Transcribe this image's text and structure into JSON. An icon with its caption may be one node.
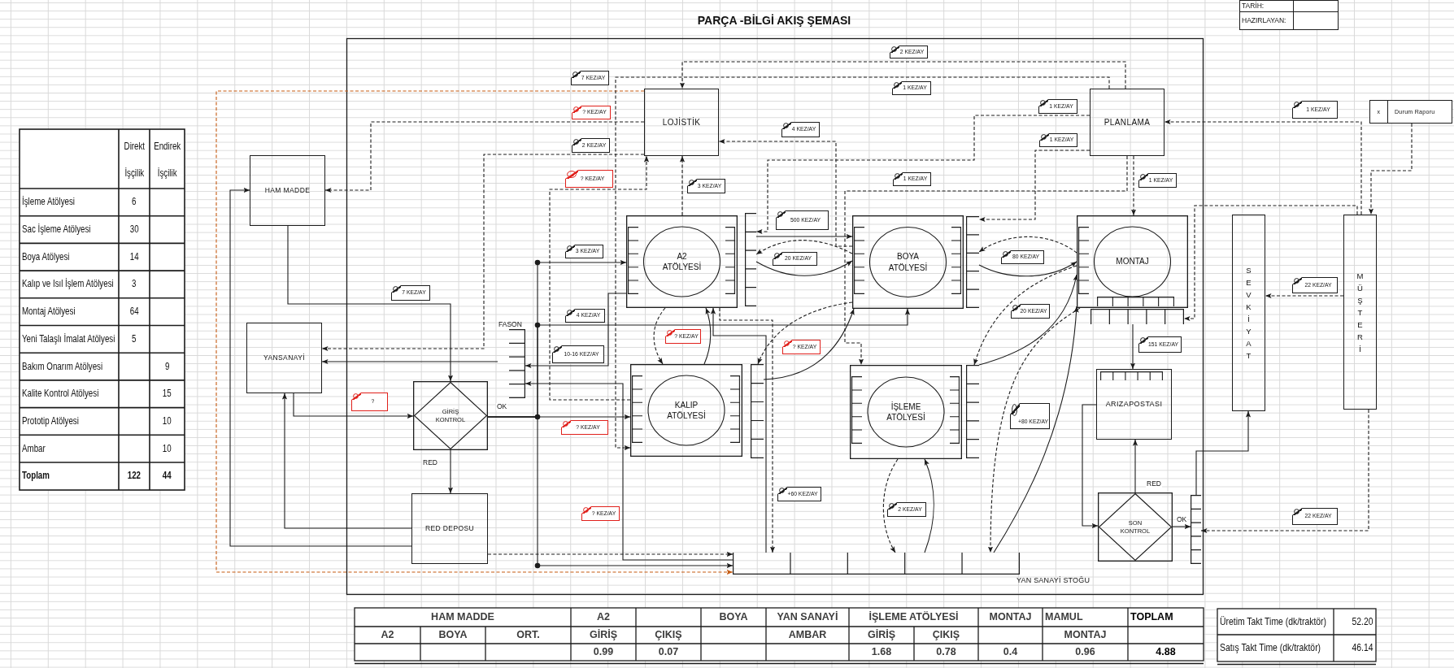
{
  "diagram": {
    "title": "PARÇA -BİLGİ AKIŞ ŞEMASI",
    "nodes": [
      {
        "text": [
          "LOJİSTİK"
        ]
      },
      {
        "text": [
          "PLANLAMA"
        ]
      },
      {
        "text": [
          "x",
          "Durum Raporu"
        ]
      },
      {
        "text": [
          "HAM MADDE"
        ]
      },
      {
        "text": [
          "A2 ATÖLYESİ"
        ]
      },
      {
        "text": [],
        "shape": "shelf"
      },
      {
        "text": [
          "BOYA ATÖLYESİ"
        ]
      },
      {
        "text": [],
        "shape": "shelf"
      },
      {
        "text": [
          "MONTAJ"
        ]
      },
      {
        "text": [],
        "shape": "shelf"
      },
      {
        "text": [
          "SEVKİYAT"
        ]
      },
      {
        "text": [
          "MÜŞTERİ"
        ]
      },
      {
        "text": [
          "YANSANAYİ"
        ]
      },
      {
        "text": [
          "FASON"
        ]
      },
      {
        "text": [
          "KALIP ATÖLYESİ"
        ]
      },
      {
        "text": [],
        "shape": "shelf"
      },
      {
        "text": [
          "İŞLEME ATÖLYESİ"
        ]
      },
      {
        "text": [],
        "shape": "shelf"
      },
      {
        "text": [
          "ARIZAPOSTASI"
        ]
      },
      {
        "text": [
          "GİRİŞ KONTROL"
        ]
      },
      {
        "text": [
          "RED DEPOSU"
        ]
      },
      {
        "text": [
          "SON KONTROL"
        ]
      },
      {
        "text": [],
        "shape": "shelf"
      },
      {
        "text": [
          "YAN SANAYİ STOĞU"
        ]
      }
    ],
    "edges": [
      {
        "from": 3,
        "to": 19,
        "arrow": "to"
      },
      {
        "from": 12,
        "to": 19,
        "arrow": "to"
      },
      {
        "from": 19,
        "to": 20,
        "arrow": "to",
        "label": "RED"
      },
      {
        "from": 20,
        "to": 12,
        "arrow": "to"
      },
      {
        "from": 20,
        "to": 3,
        "arrow": "to"
      },
      {
        "from": 19,
        "to": 14,
        "arrow": "to",
        "label": "OK"
      },
      {
        "from": 19,
        "to": 4,
        "arrow": "to"
      },
      {
        "from": 19,
        "to": 6,
        "arrow": "to"
      },
      {
        "from": 19,
        "to": 23,
        "arrow": "to"
      },
      {
        "from": 0,
        "to": 12,
        "arrow": "to",
        "style": "dashed"
      },
      {
        "from": 0,
        "to": 3,
        "arrow": "to",
        "style": "dashed"
      },
      {
        "from": 0,
        "to": 23,
        "arrow": "to",
        "style": "dashed",
        "color": "#c55a11"
      },
      {
        "from": 1,
        "to": 0,
        "arrow": "to",
        "style": "dashed"
      },
      {
        "from": 1,
        "to": 14,
        "arrow": "to",
        "style": "dashed"
      },
      {
        "from": 1,
        "to": 5,
        "arrow": "to",
        "style": "dashed"
      },
      {
        "from": 1,
        "to": 7,
        "arrow": "to",
        "style": "dashed"
      },
      {
        "from": 1,
        "to": 8,
        "arrow": "to",
        "style": "dashed"
      },
      {
        "from": 1,
        "to": 16,
        "arrow": "to",
        "style": "dashed"
      },
      {
        "from": 11,
        "to": 1,
        "arrow": "to",
        "style": "dashed"
      },
      {
        "from": 11,
        "to": 9,
        "arrow": "to",
        "style": "dashed"
      },
      {
        "from": 11,
        "to": 10,
        "arrow": "to",
        "style": "dashed"
      },
      {
        "from": 11,
        "to": 22,
        "arrow": "to",
        "style": "dashed"
      },
      {
        "from": 2,
        "to": 11,
        "arrow": "to",
        "style": "dashed"
      },
      {
        "from": 4,
        "to": 0,
        "arrow": "to",
        "style": "dashed"
      },
      {
        "from": 6,
        "to": 0,
        "arrow": "to",
        "style": "dashed"
      },
      {
        "from": 14,
        "to": 0,
        "arrow": "to",
        "style": "dashed"
      },
      {
        "from": 4,
        "to": 13,
        "arrow": "to"
      },
      {
        "from": 23,
        "to": 13,
        "arrow": "to"
      },
      {
        "from": 20,
        "to": 23,
        "arrow": "to",
        "style": "dashed"
      },
      {
        "from": 4,
        "to": 14,
        "arrow": "to",
        "style": "dashed"
      },
      {
        "from": 14,
        "to": 4,
        "arrow": "to"
      },
      {
        "from": 23,
        "to": 4,
        "arrow": "to"
      },
      {
        "from": 4,
        "to": 23,
        "arrow": "to",
        "style": "dashed"
      },
      {
        "from": 5,
        "to": 6,
        "arrow": "to"
      },
      {
        "from": 5,
        "to": 6,
        "arrow": "to"
      },
      {
        "from": 6,
        "to": 5,
        "arrow": "to",
        "style": "dashed"
      },
      {
        "from": 7,
        "to": 8,
        "arrow": "to"
      },
      {
        "from": 8,
        "to": 7,
        "arrow": "to",
        "style": "dashed"
      },
      {
        "from": 17,
        "to": 8,
        "arrow": "to"
      },
      {
        "from": 8,
        "to": 17,
        "arrow": "to",
        "style": "dashed"
      },
      {
        "from": 15,
        "to": 6,
        "arrow": "to"
      },
      {
        "from": 6,
        "to": 15,
        "arrow": "to",
        "style": "dashed"
      },
      {
        "from": 16,
        "to": 23,
        "arrow": "to",
        "style": "dashed"
      },
      {
        "from": 23,
        "to": 16,
        "arrow": "to"
      },
      {
        "from": 8,
        "to": 23,
        "arrow": "to",
        "style": "dashed"
      },
      {
        "from": 23,
        "to": 8,
        "arrow": "to"
      },
      {
        "from": 9,
        "to": 18,
        "arrow": "to"
      },
      {
        "from": 18,
        "to": 21,
        "arrow": "to"
      },
      {
        "from": 21,
        "to": 18,
        "arrow": "to",
        "label": "RED"
      },
      {
        "from": 21,
        "to": 22,
        "arrow": "to",
        "label": "OK"
      },
      {
        "from": 22,
        "to": 10,
        "arrow": "to"
      },
      {
        "from": 13,
        "to": 12,
        "arrow": "to"
      }
    ],
    "labels": [
      "TARİH:",
      "HAZIRLAYAN:",
      "Direkt İşçilik",
      "Endirek İşçilik",
      "İşleme Atölyesi",
      "6",
      "Sac İşleme Atölyesi",
      "30",
      "Boya Atölyesi",
      "14",
      "Kalıp ve Isıl İşlem Atölyesi",
      "3",
      "Montaj Atölyesi",
      "64",
      "Yeni Talaşlı İmalat Atölyesi",
      "5",
      "Bakım Onarım Atölyesi",
      "9",
      "Kalite Kontrol Atölyesi",
      "15",
      "Prototip Atölyesi",
      "10",
      "Ambar",
      "10",
      "Toplam",
      "122",
      "44",
      "2 KEZ/AY",
      "7 KEZ/AY",
      "1 KEZ/AY",
      "1 KEZ/AY",
      "1 KEZ/AY",
      "? KEZ/AY",
      "4 KEZ/AY",
      "1 KEZ/AY",
      "2 KEZ/AY",
      "? KEZ/AY",
      "1 KEZ/AY",
      "1 KEZ/AY",
      "3 KEZ/AY",
      "500 KEZ/AY",
      "3 KEZ/AY",
      "80 KEZ/AY",
      "20 KEZ/AY",
      "22 KEZ/AY",
      "7 KEZ/AY",
      "20 KEZ/AY",
      "4 KEZ/AY",
      "? KEZ/AY",
      "151 KEZ/AY",
      "? KEZ/AY",
      "10-16 KEZ/AY",
      "?",
      "+80 KEZ/AY",
      "? KEZ/AY",
      "+60 KEZ/AY",
      "2 KEZ/AY",
      "? KEZ/AY",
      "22 KEZ/AY",
      "HAM MADDE",
      "A2",
      "BOYA",
      "YAN SANAYİ",
      "İŞLEME ATÖLYESİ",
      "MONTAJ",
      "MAMUL",
      "TOPLAM",
      "A2",
      "BOYA",
      "ORT.",
      "GİRİŞ",
      "ÇIKIŞ",
      "AMBAR",
      "GİRİŞ",
      "ÇIKIŞ",
      "MONTAJ",
      "0.99",
      "0.07",
      "1.68",
      "0.78",
      "0.4",
      "0.96",
      "4.88",
      "Üretim Takt Time (dk/traktör)",
      "52.20",
      "Satış Takt Time (dk/traktör)",
      "46.14"
    ]
  }
}
